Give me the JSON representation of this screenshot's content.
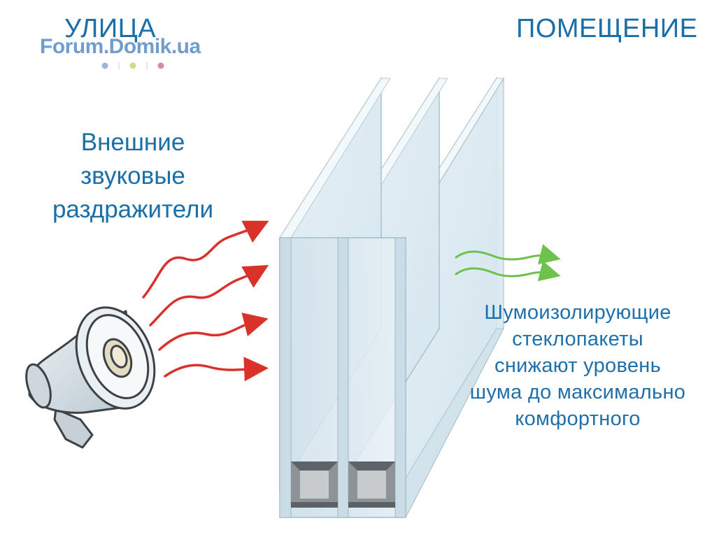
{
  "labels": {
    "street": "УЛИЦА",
    "room": "ПОМЕЩЕНИЕ"
  },
  "watermark": {
    "text": "Forum.Domik.ua",
    "dot_colors": [
      "#9bb6d8",
      "#cfd98f",
      "#d98aa8"
    ]
  },
  "outside_text": [
    "Внешние",
    "звуковые",
    "раздражители"
  ],
  "inside_text": [
    "Шумоизолирующие",
    "стеклопакеты",
    "снижают уровень",
    "шума до максимально",
    "комфортного"
  ],
  "icons": {
    "megaphone": "megaphone-icon",
    "noise_wave": "wave-arrow-icon",
    "reduced_wave": "wave-arrow-icon"
  },
  "colors": {
    "text_blue": "#1a6fa8",
    "noise_red": "#d9322b",
    "reduced_green": "#6cc24a",
    "glass": "#dbe9f1"
  }
}
